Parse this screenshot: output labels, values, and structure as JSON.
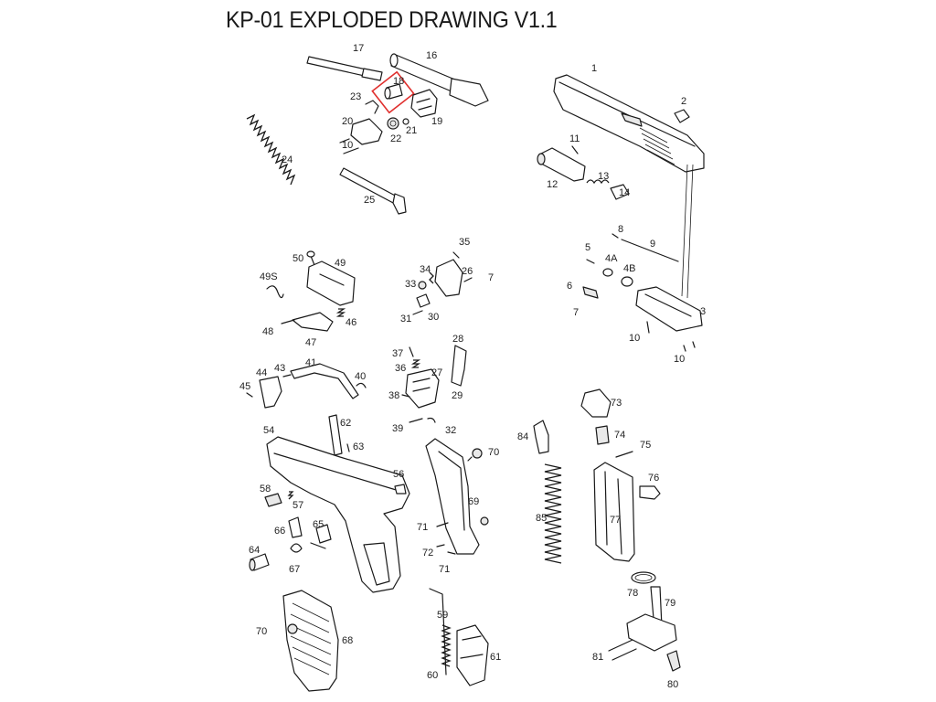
{
  "title": "KP-01 EXPLODED DRAWING V1.1",
  "colors": {
    "highlight": "#e0302e",
    "ink": "#1a1a1a"
  },
  "highlighted_part": "18",
  "labels": {
    "p1": "1",
    "p2": "2",
    "p3": "3",
    "p4a": "4A",
    "p4b": "4B",
    "p5": "5",
    "p6": "6",
    "p7a": "7",
    "p7b": "7",
    "p8": "8",
    "p9": "9",
    "p10a": "10",
    "p10b": "10",
    "p10c": "10",
    "p11": "11",
    "p12": "12",
    "p13": "13",
    "p14": "14",
    "p16": "16",
    "p17": "17",
    "p18": "18",
    "p19": "19",
    "p20": "20",
    "p21": "21",
    "p22": "22",
    "p23": "23",
    "p24": "24",
    "p25": "25",
    "p26": "26",
    "p27": "27",
    "p28": "28",
    "p29": "29",
    "p30": "30",
    "p31": "31",
    "p32": "32",
    "p33": "33",
    "p34": "34",
    "p35": "35",
    "p36": "36",
    "p37": "37",
    "p38": "38",
    "p39": "39",
    "p40": "40",
    "p41": "41",
    "p43": "43",
    "p44": "44",
    "p45": "45",
    "p46": "46",
    "p47": "47",
    "p48": "48",
    "p49": "49",
    "p49s": "49S",
    "p50": "50",
    "p54": "54",
    "p56": "56",
    "p57": "57",
    "p58": "58",
    "p59": "59",
    "p60": "60",
    "p61": "61",
    "p62": "62",
    "p63": "63",
    "p64": "64",
    "p65": "65",
    "p66": "66",
    "p67": "67",
    "p68": "68",
    "p69": "69",
    "p70a": "70",
    "p70b": "70",
    "p71a": "71",
    "p71b": "71",
    "p72": "72",
    "p73": "73",
    "p74": "74",
    "p75": "75",
    "p76": "76",
    "p77": "77",
    "p78": "78",
    "p79": "79",
    "p80": "80",
    "p81": "81",
    "p84": "84",
    "p85": "85"
  }
}
